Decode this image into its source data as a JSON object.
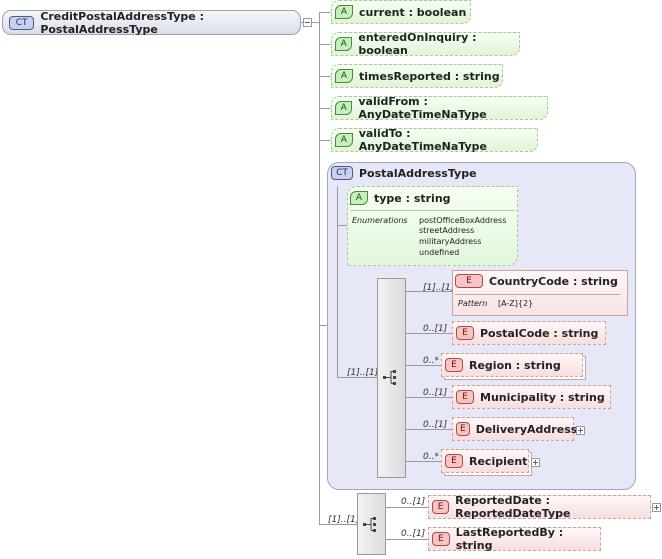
{
  "root": {
    "badge": "CT",
    "label": "CreditPostalAddressType : PostalAddressType"
  },
  "attributes": [
    {
      "badge": "A",
      "label": "current   : boolean"
    },
    {
      "badge": "A",
      "label": "enteredOnInquiry : boolean"
    },
    {
      "badge": "A",
      "label": "timesReported : string"
    },
    {
      "badge": "A",
      "label": "validFrom : AnyDateTimeNaType"
    },
    {
      "badge": "A",
      "label": "validTo   : AnyDateTimeNaType"
    }
  ],
  "postal": {
    "badge": "CT",
    "title": "PostalAddressType",
    "type_attr": {
      "badge": "A",
      "label": "type        : string",
      "enum_heading": "Enumerations",
      "enums": [
        "postOfficeBoxAddress",
        "streetAddress",
        "militaryAddress",
        "undefined"
      ]
    },
    "seq_card": "[1]..[1]",
    "elements": [
      {
        "badge": "E",
        "label": "CountryCode : string",
        "card": "[1]..[1]",
        "pattern_heading": "Pattern",
        "pattern": "[A-Z]{2}"
      },
      {
        "badge": "E",
        "label": "PostalCode : string",
        "card": "0..[1]"
      },
      {
        "badge": "E",
        "label": "Region   : string",
        "card": "0..*"
      },
      {
        "badge": "E",
        "label": "Municipality : string",
        "card": "0..[1]"
      },
      {
        "badge": "E",
        "label": "DeliveryAddress",
        "card": "0..[1]"
      },
      {
        "badge": "E",
        "label": "Recipient",
        "card": "0..*"
      }
    ]
  },
  "bottom_seq": {
    "card": "[1]..[1]",
    "elements": [
      {
        "badge": "E",
        "label": "ReportedDate : ReportedDateType",
        "card": "0..[1]"
      },
      {
        "badge": "E",
        "label": "LastReportedBy : string",
        "card": "0..[1]"
      }
    ]
  },
  "icons": {
    "sequence": "sequence-compositor-icon",
    "expand": "expand-plus-icon",
    "collapse": "collapse-minus-icon"
  }
}
